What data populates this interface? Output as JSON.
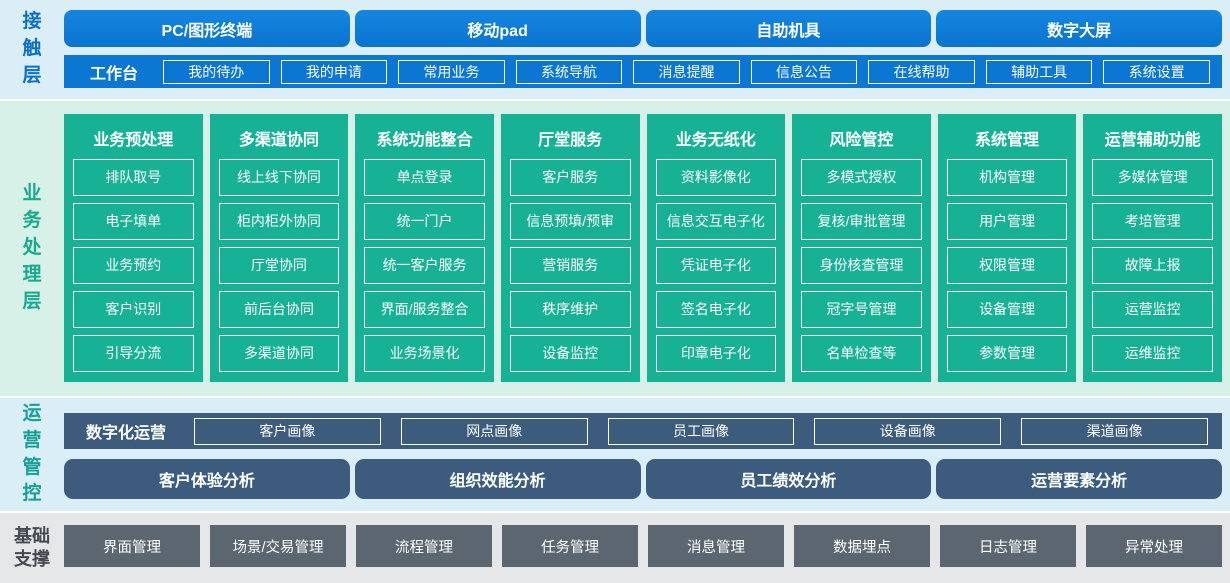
{
  "colors": {
    "blue": "#0b77d3",
    "green": "#17b296",
    "slate_blue": "#3c5b7d",
    "gray": "#5b6671",
    "band_blue": "#dbeef8",
    "band_green": "#d7f0e8",
    "band_light_blue": "#d9eef6",
    "band_gray": "#e4e6e8"
  },
  "layers": {
    "contact": {
      "label": "接触层",
      "channels": [
        "PC/图形终端",
        "移动pad",
        "自助机具",
        "数字大屏"
      ],
      "workbench": {
        "label": "工作台",
        "items": [
          "我的待办",
          "我的申请",
          "常用业务",
          "系统导航",
          "消息提醒",
          "信息公告",
          "在线帮助",
          "辅助工具",
          "系统设置"
        ]
      }
    },
    "business": {
      "label": "业务处理层",
      "columns": [
        {
          "title": "业务预处理",
          "items": [
            "排队取号",
            "电子填单",
            "业务预约",
            "客户识别",
            "引导分流"
          ]
        },
        {
          "title": "多渠道协同",
          "items": [
            "线上线下协同",
            "柜内柜外协同",
            "厅堂协同",
            "前后台协同",
            "多渠道协同"
          ]
        },
        {
          "title": "系统功能整合",
          "items": [
            "单点登录",
            "统一门户",
            "统一客户服务",
            "界面/服务整合",
            "业务场景化"
          ]
        },
        {
          "title": "厅堂服务",
          "items": [
            "客户服务",
            "信息预填/预审",
            "营销服务",
            "秩序维护",
            "设备监控"
          ]
        },
        {
          "title": "业务无纸化",
          "items": [
            "资料影像化",
            "信息交互电子化",
            "凭证电子化",
            "签名电子化",
            "印章电子化"
          ]
        },
        {
          "title": "风险管控",
          "items": [
            "多模式授权",
            "复核/审批管理",
            "身份核查管理",
            "冠字号管理",
            "名单检查等"
          ]
        },
        {
          "title": "系统管理",
          "items": [
            "机构管理",
            "用户管理",
            "权限管理",
            "设备管理",
            "参数管理"
          ]
        },
        {
          "title": "运营辅助功能",
          "items": [
            "多媒体管理",
            "考培管理",
            "故障上报",
            "运营监控",
            "运维监控"
          ]
        }
      ]
    },
    "operations": {
      "label": "运营管控",
      "digital": {
        "label": "数字化运营",
        "items": [
          "客户画像",
          "网点画像",
          "员工画像",
          "设备画像",
          "渠道画像"
        ]
      },
      "analysis": [
        "客户体验分析",
        "组织效能分析",
        "员工绩效分析",
        "运营要素分析"
      ]
    },
    "foundation": {
      "label": "基础支撑",
      "items": [
        "界面管理",
        "场景/交易管理",
        "流程管理",
        "任务管理",
        "消息管理",
        "数据埋点",
        "日志管理",
        "异常处理"
      ]
    }
  }
}
